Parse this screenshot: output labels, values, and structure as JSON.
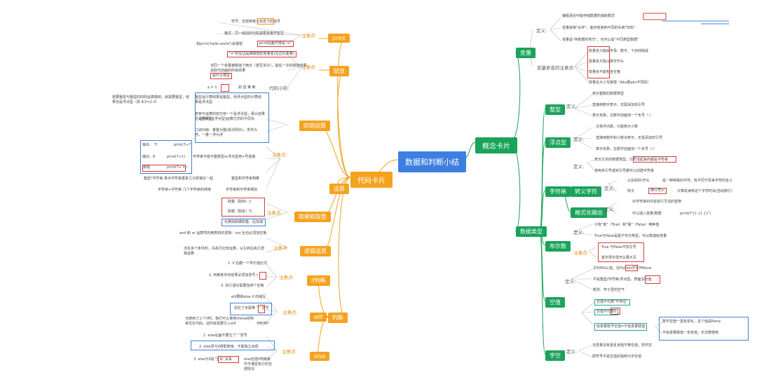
{
  "center": "数据和判断小结",
  "left": {
    "title": "代码卡片",
    "groups": [
      {
        "key": "print",
        "label": "print",
        "note": "注意点:",
        "items": [
          "符号：全部用英文状态下的括号",
          "格式：同一级别的代码需要首格开始写",
          "如print('hello world')会报错",
          "print后面不用是\"+\""
        ]
      },
      {
        "key": "assign",
        "label": "赋值",
        "note": "注意点:",
        "items": [
          "\"=\"的左边是被赋值的变量名(左边为变量)",
          "当同一个变量被赋值了两次（甚至多次），最后一次的赋值结果会取代前面的所有结果",
          "是什么意思",
          "a = 1",
          "如 逆 推 断",
          "代码小结:"
        ]
      },
      {
        "key": "ops",
        "label": "四则运算",
        "note": "注意点:",
        "items": [
          "若要整型与整型的四则运算做到，就需要整型，结果也是浮点型（如 4/2=2.0）",
          "整型运行算结果是整型，而浮点型的计算结果是浮点型",
          "若参与运算的双方有一个是浮点型，那么结果也是浮点型",
          "[整数型][浮点型]运算方式的不同点:",
          "口诀归纳：量整为整(除法例外)，浮浮为浮，一量一浮为浮"
        ]
      },
      {
        "key": "compute",
        "label": "运算",
        "note": "注意点:",
        "items": [
          "输出： 7!",
          "print(7+7)",
          "输出：8",
          "print(7+1)",
          "报错",
          "print(7+'1')",
          "字符串不能与整数型or浮点型用+号连接",
          "整型*字符串 表示字符串重复几次拼接在一起",
          "整型和字符串相乘",
          "字符串+字符串 几个字符串的拼接",
          "字符串和字符串相加"
        ]
      },
      {
        "key": "mod",
        "label": "取模和取整",
        "note": "注意点:",
        "items": [
          "取整（取商）//",
          "取模（取余）%",
          "先乘除取模取整，后加减"
        ]
      },
      {
        "key": "logic",
        "label": "逻辑运算",
        "note": "注意点:",
        "items": [
          "and 和 or 运算符的两类则的逻辑：not 后也必须加空格",
          "涉及多个条件时，先执行比较运算，从左到右执行逻辑运算"
        ]
      },
      {
        "key": "if",
        "label": "if判断",
        "note": "注意点:",
        "items": [
          "1. if 后跟一个布尔值比式",
          "2. 判断条件的结果必须加冒号 (",
          "3. 执行语句需要加四个空格"
        ]
      },
      {
        "key": "elif",
        "label": "elif",
        "note": "注意点:",
        "items": [
          "elif要和else if 的缩写",
          "别忘了末尾带 \":\" 冒号",
          "当使用了三个if时，我们可以使用if/else结构来优化代码，这时就需要引入elif",
          "何时用？"
        ]
      },
      {
        "key": "else",
        "label": "else",
        "note": "注意点:",
        "items": [
          "1. else后面不要忘了\":\"冒号",
          "2. else须与if搭配使用，不能独立出现",
          "3. else与if是“互斥”关系",
          "else包括if判断条件不满足执行的全部情况"
        ]
      }
    ],
    "judge_label": "判断"
  },
  "right": {
    "title": "概念卡片",
    "variable": {
      "label": "变量",
      "def_label": "定义:",
      "defs": [
        "编程语言中能存储数据的抽象概念",
        "变量就像\"水杯\"，能存放各种不同的东西\"饮料\"",
        "变量是\"存数据的地方\"，也可以是\"不同类型数据\""
      ],
      "rules_label": "变量命名的注意点:",
      "rules": [
        "变量名只能由字母、数字、下划线组成",
        "变量名不能以数字开头",
        "变量名不能包含空格",
        "变量名大小写敏感（Abc跟abc不同的）"
      ]
    },
    "types": {
      "label": "数据类型",
      "int": {
        "label": "整型",
        "def": "定义:",
        "items": [
          "表示整数的数据类型",
          "直接用数字表示，无需添加双引号",
          "表示负数，在数字前面加一个负号（-）"
        ]
      },
      "float": {
        "label": "浮点型",
        "def": "定义:",
        "items": [
          "又称浮点数，只能表示小数",
          "直接用数字和小数点表示，无需添加双引号",
          "表示负数，在数字前面加一个负号（-）"
        ]
      },
      "str": {
        "label": "字符串",
        "def": "定义:",
        "items": [
          "表示文本的数据类型，引号括起来的都是字符串",
          "使用单引号或双引号都可以创建字符串"
        ]
      },
      "conv": {
        "label": "转义字符",
        "def": "定义:",
        "items": [
          "以反斜杠\\开头",
          "是一种特殊的字符，有不同于原来字符的含义",
          "例子",
          "换行符\\n",
          "计算机读到这个字符时会(自动换行)"
        ]
      },
      "fmt": {
        "label": "格式化输出",
        "def": "定义:",
        "items": [
          "对字符串的内容进行灵活的替换",
          "可以插入变量/数据",
          "print(f\"{}  {}  {}\")"
        ]
      },
      "bool": {
        "label": "布尔数",
        "def": "定义:",
        "note": "注意点:",
        "items": [
          "只有\"真\"（True）和\"假\"（False）两种值",
          "True与False是属于布尔类型，可以赋值给变量",
          "True 与False不加引号",
          "首字母字母开头要大写"
        ]
      },
      "none": {
        "label": "空值",
        "def": "定义:",
        "items": [
          "又叫NULL值，在Python中写作None",
          "不是整型/字符串/浮点型，表面没有值",
          "概念：杯子里的空气",
          "空值不代表\"不存在\"",
          "空值不代表0",
          "给变量赋予空值≠不给变量赋值",
          "数字空值一直有变化，这个值是None",
          "不给变量赋值一定有值，无法被使用"
        ]
      },
      "empty": {
        "label": "字空",
        "def": "定义:",
        "items": [
          "当变量没有值且该值不等空值，则字空",
          "即符号不是空值的值称为字空值"
        ]
      }
    }
  }
}
